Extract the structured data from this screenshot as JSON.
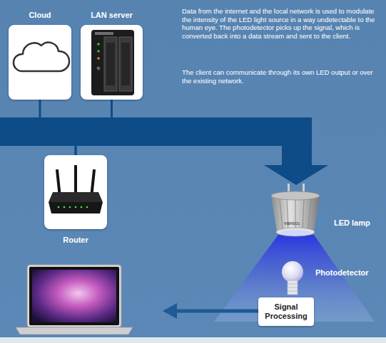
{
  "diagram": {
    "nodes": [
      {
        "text": [
          "Cloud"
        ]
      },
      {
        "text": [
          "LAN server"
        ]
      },
      {
        "text": [
          "Router"
        ]
      },
      {
        "text": [
          "Signal Processing"
        ]
      }
    ],
    "edges": [
      {
        "from": 0,
        "to": 2,
        "arrow": "none"
      },
      {
        "from": 1,
        "to": 2,
        "arrow": "none"
      }
    ],
    "labels": [
      "Data from the internet and the local network is used to modulate the intensity of the LED light source in a way undetectable to the human eye. The photodetector picks up the signal, which is converted back into a data stream and sent to the client.",
      "The client can communicate through its own LED output or over the existing network.",
      "LED lamp",
      "Photodetector",
      "TOSHIBA"
    ]
  }
}
